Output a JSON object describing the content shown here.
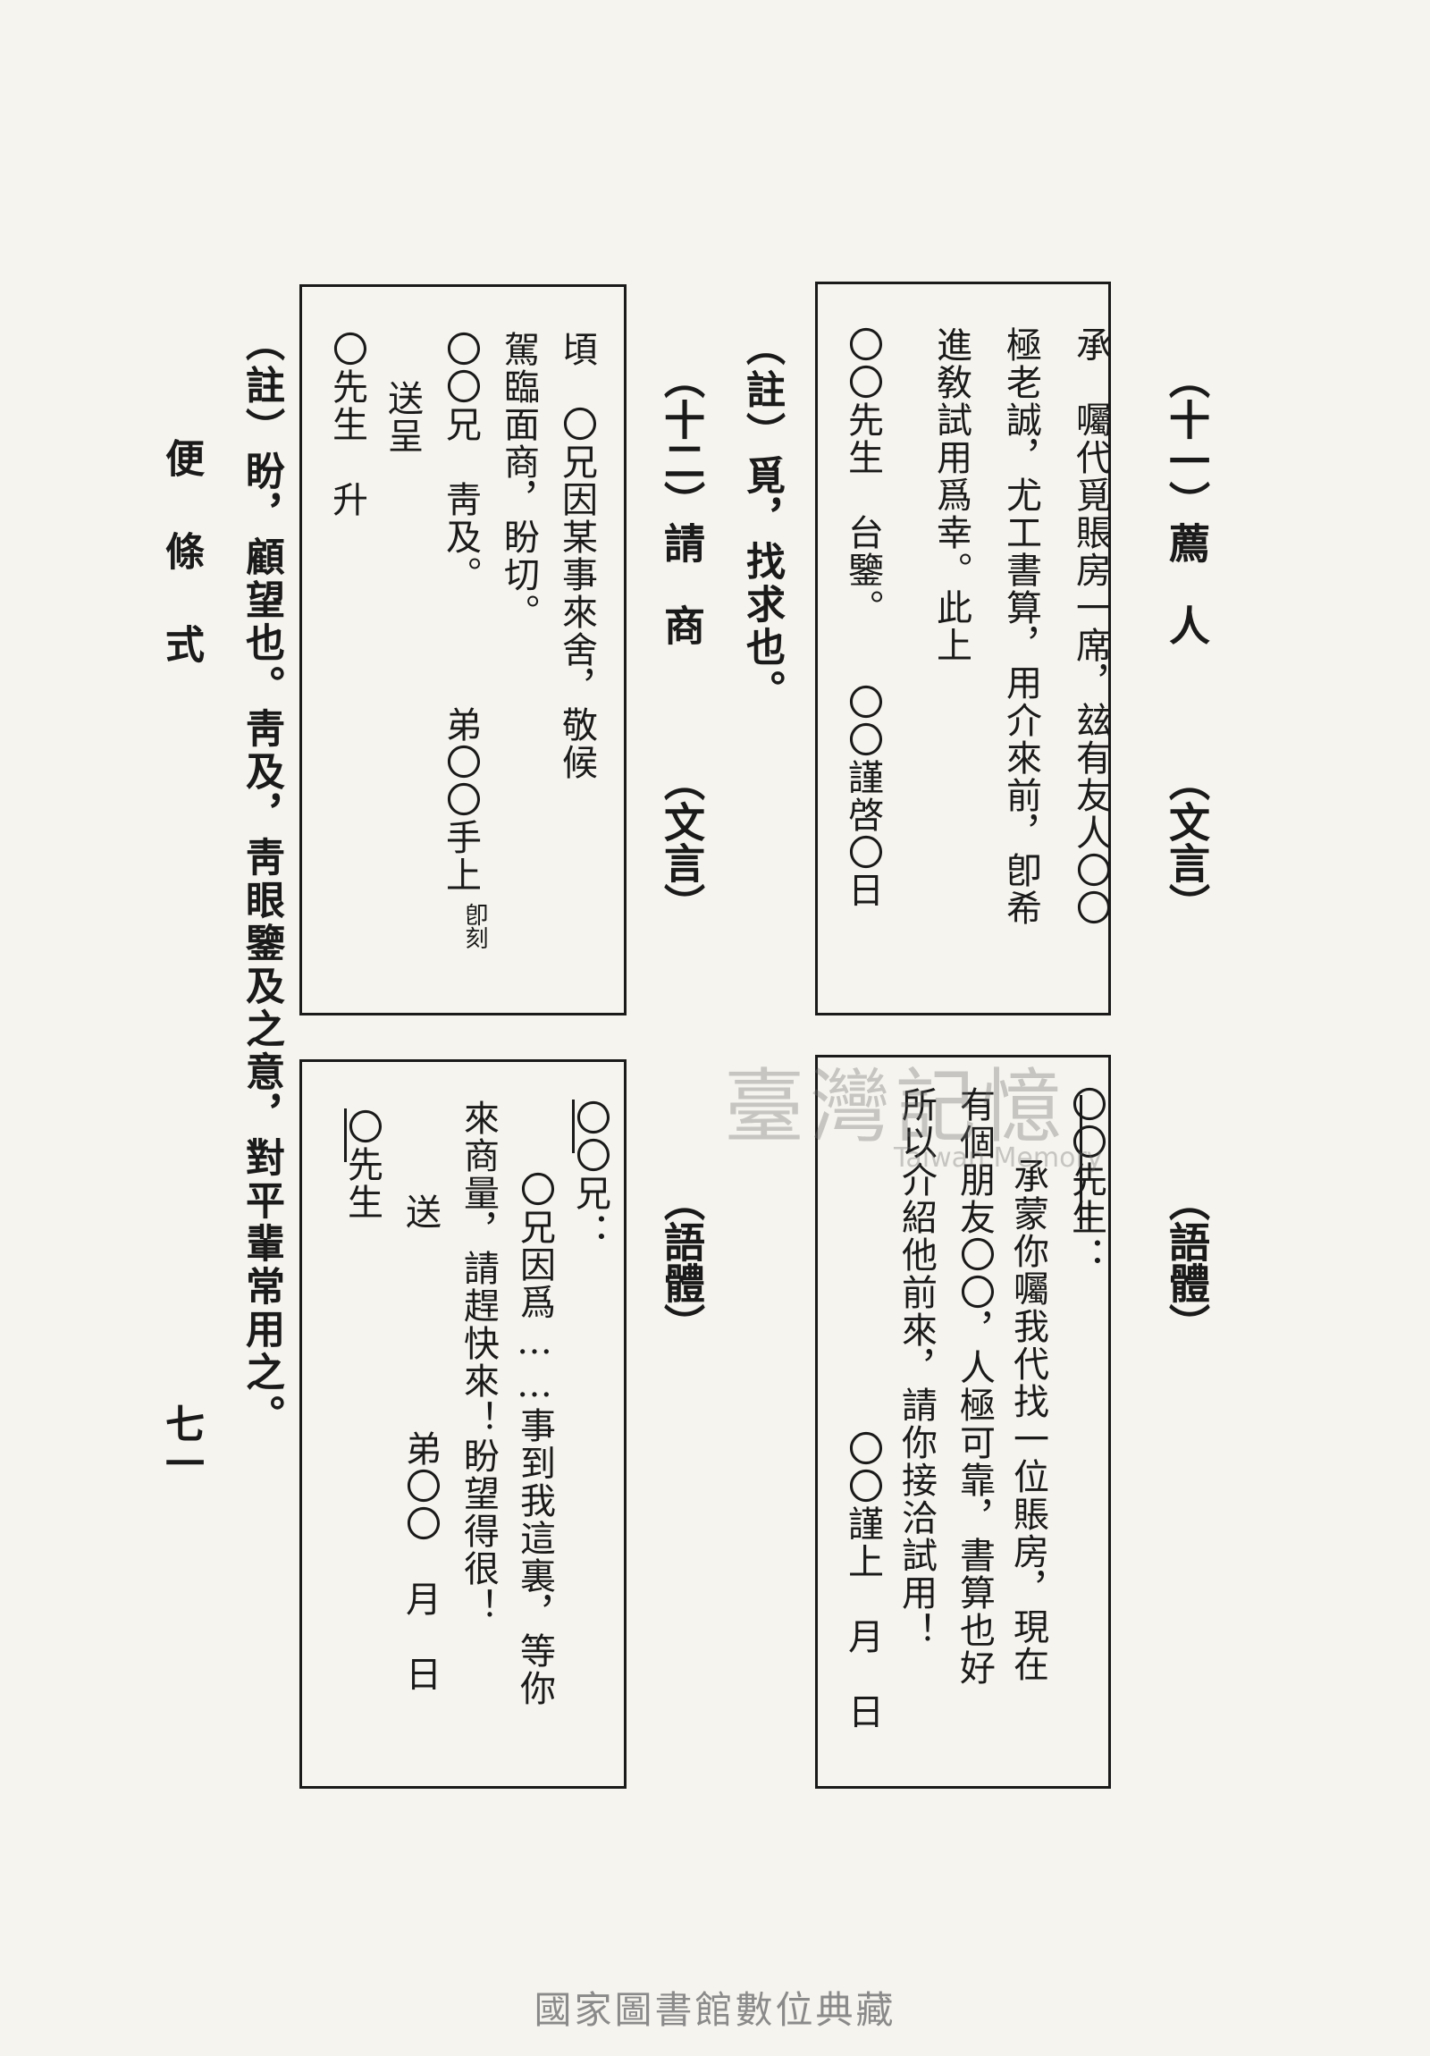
{
  "page_number": "七一",
  "side_header": "便條式",
  "watermark": {
    "cn": "臺灣記憶",
    "en": "Taiwan Memory"
  },
  "footer": "國家圖書館數位典藏",
  "section_11": {
    "title": "（十一）薦　人",
    "style_label": "（文言）",
    "letter": [
      "承　囑代覓賬房一席，玆有友人〇〇",
      "極老誠，尤工書算，用介來前，卽希",
      "進敎試用爲幸。此上",
      "〇〇先生　台鑒。　　〇〇謹啓〇日"
    ],
    "colloquial_label": "（語體）",
    "colloquial": [
      "〇〇先生：",
      "承蒙你囑我代找一位賬房，現在",
      "有個朋友〇〇，人極可靠，書算也好",
      "所以介紹他前來，請你接洽試用！",
      "〇〇謹上　月　日"
    ],
    "note": "（註）覓，找求也。"
  },
  "section_12": {
    "title": "（十二）請　商",
    "style_label": "（文言）",
    "letter": [
      "頃　〇兄因某事來舍，敬候",
      "駕臨面商，盼切。",
      "〇〇兄　靑及。",
      "送呈",
      "〇先生　升"
    ],
    "signature_main": "弟〇〇手上",
    "signature_small": "卽刻",
    "colloquial_label": "（語體）",
    "colloquial": [
      "〇〇兄：",
      "〇兄因爲……事到我這裏，等你",
      "來商量，請趕快來！盼望得很！",
      "弟〇〇　月　日",
      "送",
      "〇先生"
    ],
    "note": "（註）盼，顧望也。靑及，靑眼鑒及之意，對平輩常用之。"
  }
}
